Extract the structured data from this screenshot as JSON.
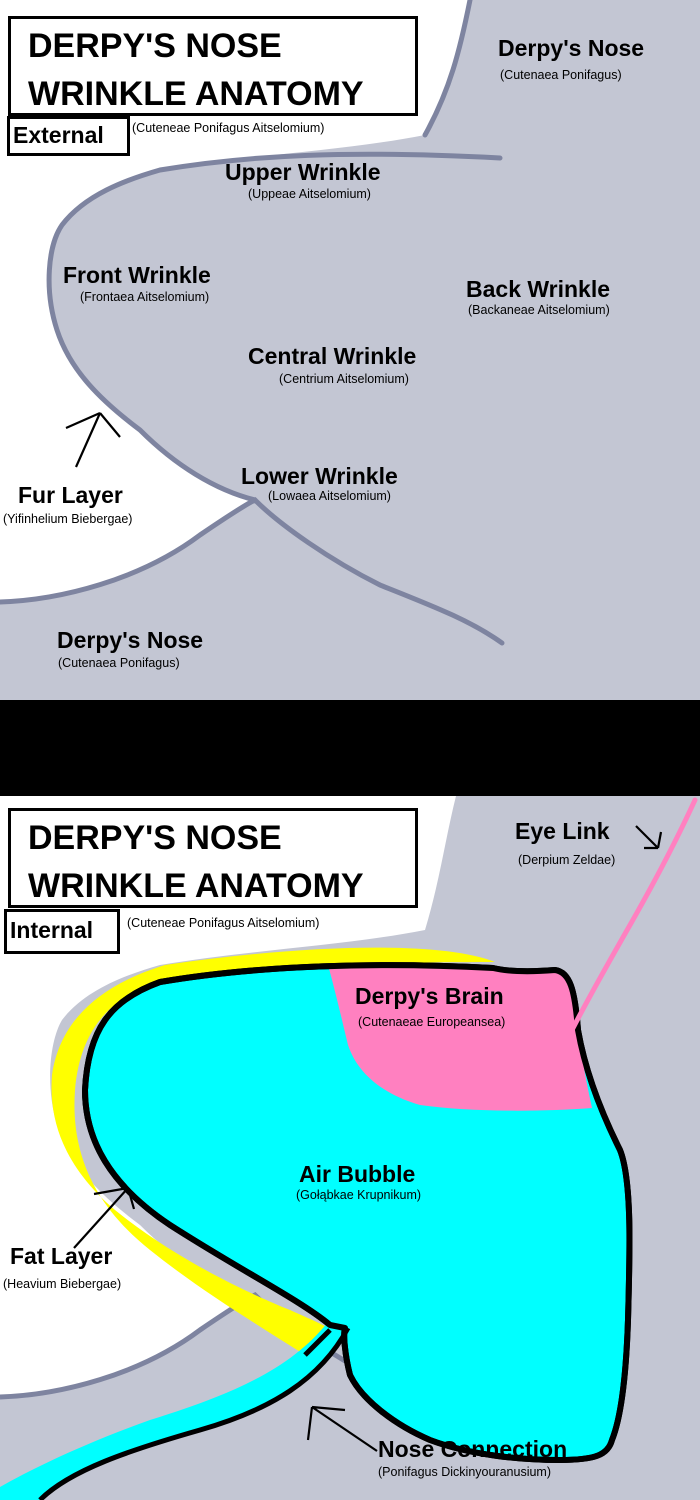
{
  "external": {
    "title_line1": "DERPY'S NOSE",
    "title_line2": "WRINKLE ANATOMY",
    "tag": "External",
    "tag_sub": "(Cuteneae Ponifagus Aitselomium)",
    "labels": {
      "nose_top": {
        "name": "Derpy's Nose",
        "sub": "(Cutenaea Ponifagus)"
      },
      "upper": {
        "name": "Upper Wrinkle",
        "sub": "(Uppeae Aitselomium)"
      },
      "front": {
        "name": "Front Wrinkle",
        "sub": "(Frontaea Aitselomium)"
      },
      "back": {
        "name": "Back Wrinkle",
        "sub": "(Backaneae Aitselomium)"
      },
      "central": {
        "name": "Central Wrinkle",
        "sub": "(Centrium Aitselomium)"
      },
      "lower": {
        "name": "Lower Wrinkle",
        "sub": "(Lowaea Aitselomium)"
      },
      "fur": {
        "name": "Fur Layer",
        "sub": "(Yifinhelium Biebergae)"
      },
      "nose_bottom": {
        "name": "Derpy's Nose",
        "sub": "(Cutenaea Ponifagus)"
      }
    }
  },
  "internal": {
    "title_line1": "DERPY'S NOSE",
    "title_line2": "WRINKLE ANATOMY",
    "tag": "Internal",
    "tag_sub": "(Cuteneae Ponifagus Aitselomium)",
    "labels": {
      "eye": {
        "name": "Eye Link",
        "sub": "(Derpium Zeldae)"
      },
      "brain": {
        "name": "Derpy's Brain",
        "sub": "(Cutenaeae Europeansea)"
      },
      "bubble": {
        "name": "Air Bubble",
        "sub": "(Gołąbkae Krupnikum)"
      },
      "fat": {
        "name": "Fat Layer",
        "sub": "(Heavium Biebergae)"
      },
      "connection": {
        "name": "Nose Connection",
        "sub": "(Ponifagus Dickinyouranusium)"
      }
    }
  },
  "colors": {
    "skin": "#c3c6d3",
    "wrinkle_line": "#7e84a0",
    "separator": "#000000",
    "fat": "#ffff00",
    "air": "#00ffff",
    "brain": "#ff80c0",
    "outline": "#000000"
  }
}
